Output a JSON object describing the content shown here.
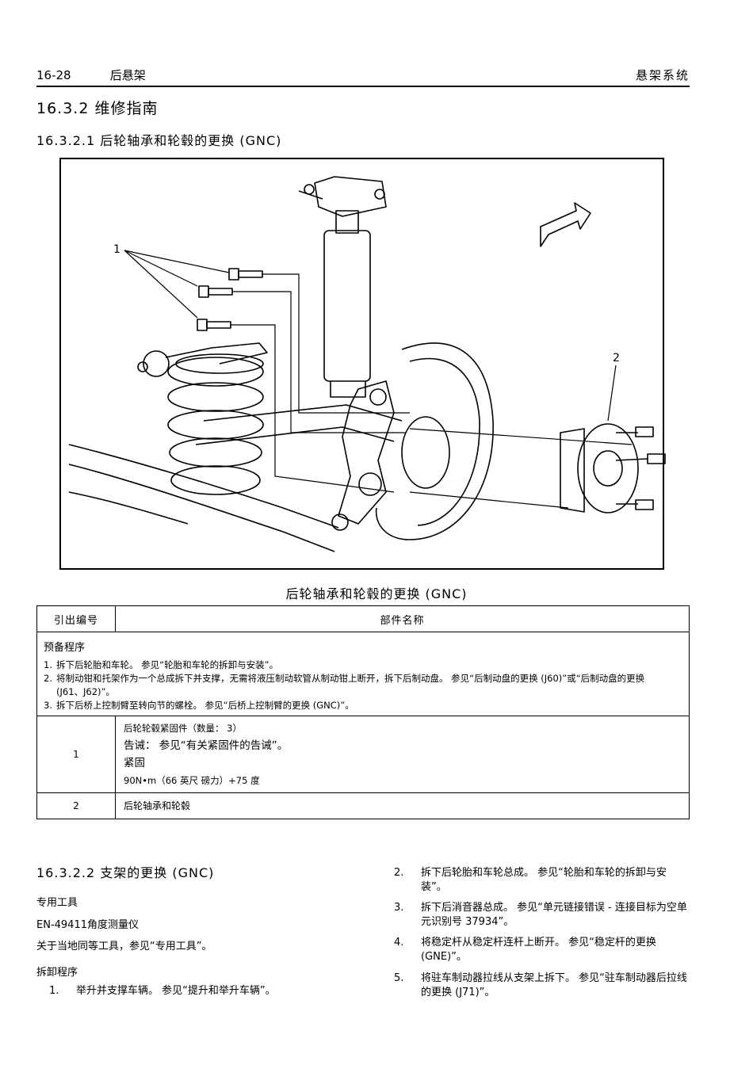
{
  "header": {
    "page_number": "16-28",
    "section": "后悬架",
    "chapter": "悬架系统"
  },
  "headings": {
    "h1": "16.3.2 维修指南",
    "h2": "16.3.2.1 后轮轴承和轮毂的更换 (GNC)"
  },
  "figure": {
    "callouts": [
      "1",
      "2"
    ],
    "caption": "后轮轴承和轮毂的更换 (GNC)"
  },
  "table": {
    "col_callout": "引出编号",
    "col_name": "部件名称",
    "prep_title": "预备程序",
    "prep_steps": [
      {
        "n": "1.",
        "text": "拆下后轮胎和车轮。 参见“轮胎和车轮的拆卸与安装”。"
      },
      {
        "n": "2.",
        "text": "将制动钳和托架作为一个总成拆下并支撑，无需将液压制动软管从制动钳上断开，拆下后制动盘。 参见“后制动盘的更换 (J60)”或“后制动盘的更换 (J61、J62)”。"
      },
      {
        "n": "3.",
        "text": "拆下后桥上控制臂至转向节的螺栓。 参见“后桥上控制臂的更换 (GNC)”。"
      }
    ],
    "rows": [
      {
        "callout": "1",
        "name": "后轮轮毂紧固件（数量： 3）",
        "warning": "告诫： 参见“有关紧固件的告诫”。",
        "tighten_label": "紧固",
        "torque": "90N•m（66 英尺 磅力）+75 度"
      },
      {
        "callout": "2",
        "name": "后轮轴承和轮毂"
      }
    ]
  },
  "section2": {
    "heading": "16.3.2.2 支架的更换 (GNC)",
    "tools_title": "专用工具",
    "tool": "EN-49411角度测量仪",
    "tool_note": "关于当地同等工具，参见“专用工具”。",
    "removal_title": "拆卸程序",
    "steps": [
      {
        "n": "1.",
        "text": "举升并支撑车辆。 参见“提升和举升车辆”。"
      },
      {
        "n": "2.",
        "text": "拆下后轮胎和车轮总成。 参见“轮胎和车轮的拆卸与安装”。"
      },
      {
        "n": "3.",
        "text": "拆下后消音器总成。 参见“单元链接错误 - 连接目标为空单元识别号 37934”。"
      },
      {
        "n": "4.",
        "text": "将稳定杆从稳定杆连杆上断开。 参见“稳定杆的更换 (GNE)”。"
      },
      {
        "n": "5.",
        "text": "将驻车制动器拉线从支架上拆下。 参见“驻车制动器后拉线的更换 (J71)”。"
      }
    ]
  }
}
